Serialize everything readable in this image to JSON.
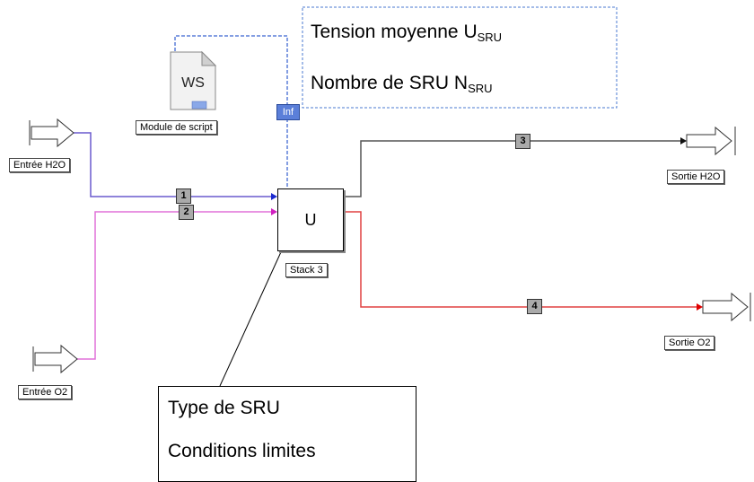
{
  "ports": {
    "entree_h2o": "Entrée H2O",
    "entree_o2": "Entrée O2",
    "sortie_h2o": "Sortie H2O",
    "sortie_o2": "Sortie O2"
  },
  "script_module": {
    "icon_text": "WS",
    "label": "Module de script",
    "inf_label": "Inf"
  },
  "stack": {
    "symbol": "U",
    "label": "Stack 3"
  },
  "streams": [
    "1",
    "2",
    "3",
    "4"
  ],
  "callout_top": {
    "line1": "Tension moyenne U",
    "line1_sub": "SRU",
    "line2": "Nombre de SRU N",
    "line2_sub": "SRU"
  },
  "callout_bottom": {
    "line1": "Type de SRU",
    "line2": "Conditions limites"
  },
  "colors": {
    "h2o_inlet_line": "#6a5acd",
    "o2_inlet_line": "#e070d8",
    "outlet_h2o_line": "#555555",
    "outlet_o2_line": "#e04040",
    "info_line": "#5b7fd9"
  }
}
